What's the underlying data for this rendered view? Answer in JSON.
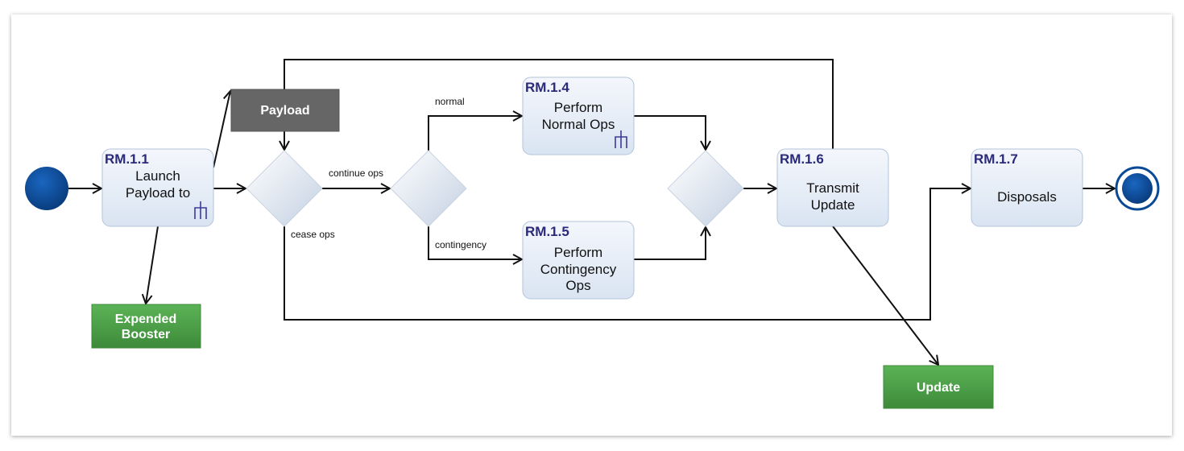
{
  "colors": {
    "accent_id": "#2b2a7a",
    "object_gray": "#666666",
    "object_green": "#4a9a45",
    "node_blue": "#0a4a95"
  },
  "activities": [
    {
      "id": "RM.1.1",
      "lines": [
        "Launch",
        "Payload to"
      ],
      "has_subactivity": true
    },
    {
      "id": "RM.1.4",
      "lines": [
        "Perform",
        "Normal Ops"
      ],
      "has_subactivity": true
    },
    {
      "id": "RM.1.5",
      "lines": [
        "Perform",
        "Contingency",
        "Ops"
      ],
      "has_subactivity": false
    },
    {
      "id": "RM.1.6",
      "lines": [
        "Transmit",
        "Update"
      ],
      "has_subactivity": false
    },
    {
      "id": "RM.1.7",
      "lines": [
        "Disposals"
      ],
      "has_subactivity": false
    }
  ],
  "objects": {
    "payload": "Payload",
    "expended_booster": [
      "Expended",
      "Booster"
    ],
    "update": "Update"
  },
  "guards": {
    "continue_ops": "continue ops",
    "cease_ops": "cease ops",
    "normal": "normal",
    "contingency": "contingency"
  }
}
